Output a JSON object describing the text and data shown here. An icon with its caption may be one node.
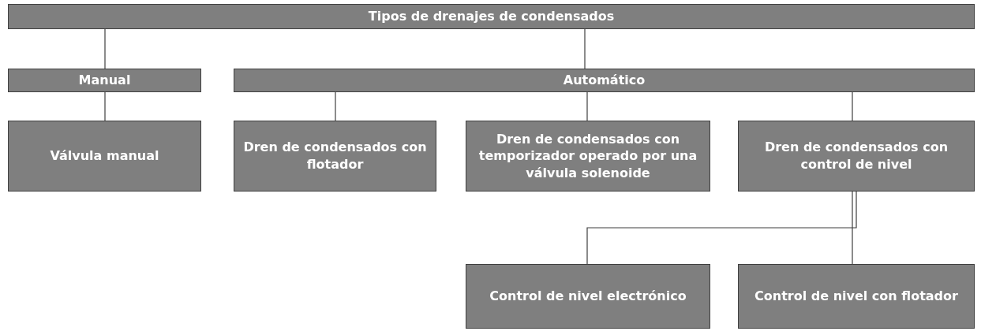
{
  "diagram": {
    "nodes": [
      {
        "text": [
          "Tipos de drenajes de condensados"
        ]
      },
      {
        "text": [
          "Manual"
        ]
      },
      {
        "text": [
          "Automático"
        ]
      },
      {
        "text": [
          "Válvula manual"
        ]
      },
      {
        "text": [
          "Dren de condensados con flotador"
        ]
      },
      {
        "text": [
          "Dren de condensados con temporizador operado por una válvula solenoide"
        ]
      },
      {
        "text": [
          "Dren de condensados con control de nivel"
        ]
      },
      {
        "text": [
          "Control de nivel electrónico"
        ]
      },
      {
        "text": [
          "Control de nivel con flotador"
        ]
      }
    ],
    "edges": [
      {
        "from": 0,
        "to": 1,
        "arrow": "none"
      },
      {
        "from": 0,
        "to": 2,
        "arrow": "none"
      },
      {
        "from": 1,
        "to": 3,
        "arrow": "none"
      },
      {
        "from": 2,
        "to": 4,
        "arrow": "none"
      },
      {
        "from": 2,
        "to": 5,
        "arrow": "none"
      },
      {
        "from": 2,
        "to": 6,
        "arrow": "none"
      },
      {
        "from": 6,
        "to": 7,
        "arrow": "none"
      },
      {
        "from": 6,
        "to": 8,
        "arrow": "none"
      }
    ]
  }
}
